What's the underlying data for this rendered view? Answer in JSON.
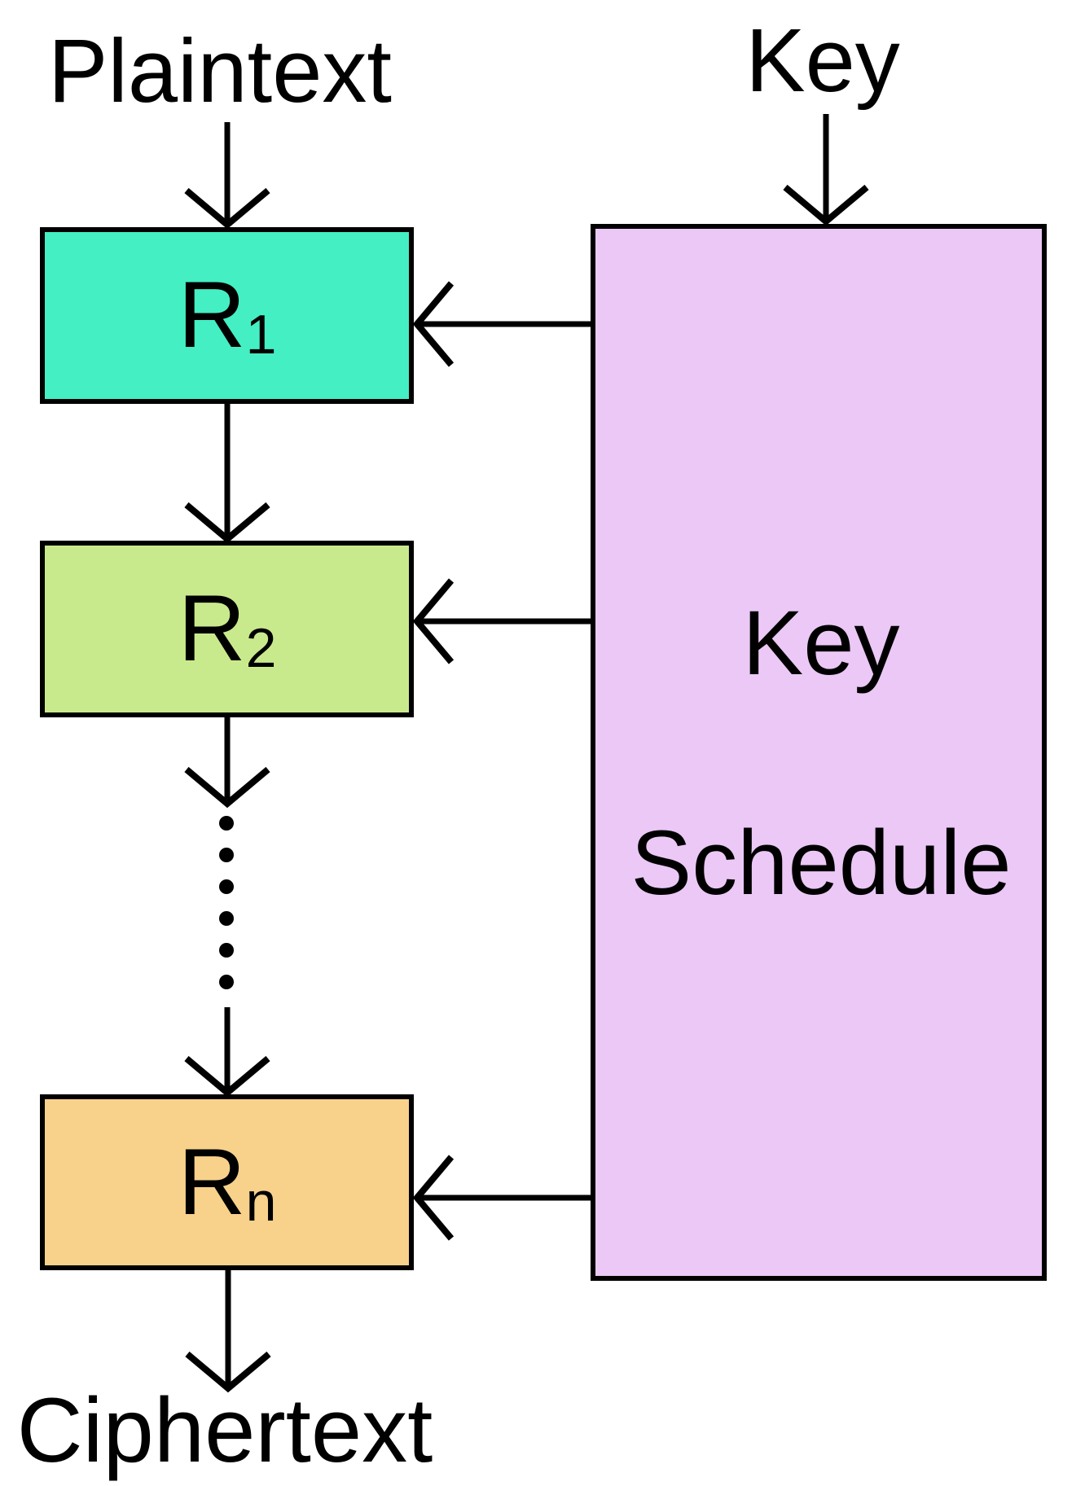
{
  "diagram": {
    "labels": {
      "plaintext": "Plaintext",
      "key": "Key",
      "ciphertext": "Ciphertext"
    },
    "rounds": [
      {
        "base": "R",
        "subscript": "1"
      },
      {
        "base": "R",
        "subscript": "2"
      },
      {
        "base": "R",
        "subscript": "n"
      }
    ],
    "key_schedule": {
      "line1": "Key",
      "line2": "Schedule"
    },
    "colors": {
      "round_1_fill": "#43EFC3",
      "round_2_fill": "#C9EA8C",
      "round_n_fill": "#F8D18B",
      "key_schedule_fill": "#EBC8F5",
      "line_stroke": "#000000",
      "background": "#FFFFFF"
    }
  }
}
